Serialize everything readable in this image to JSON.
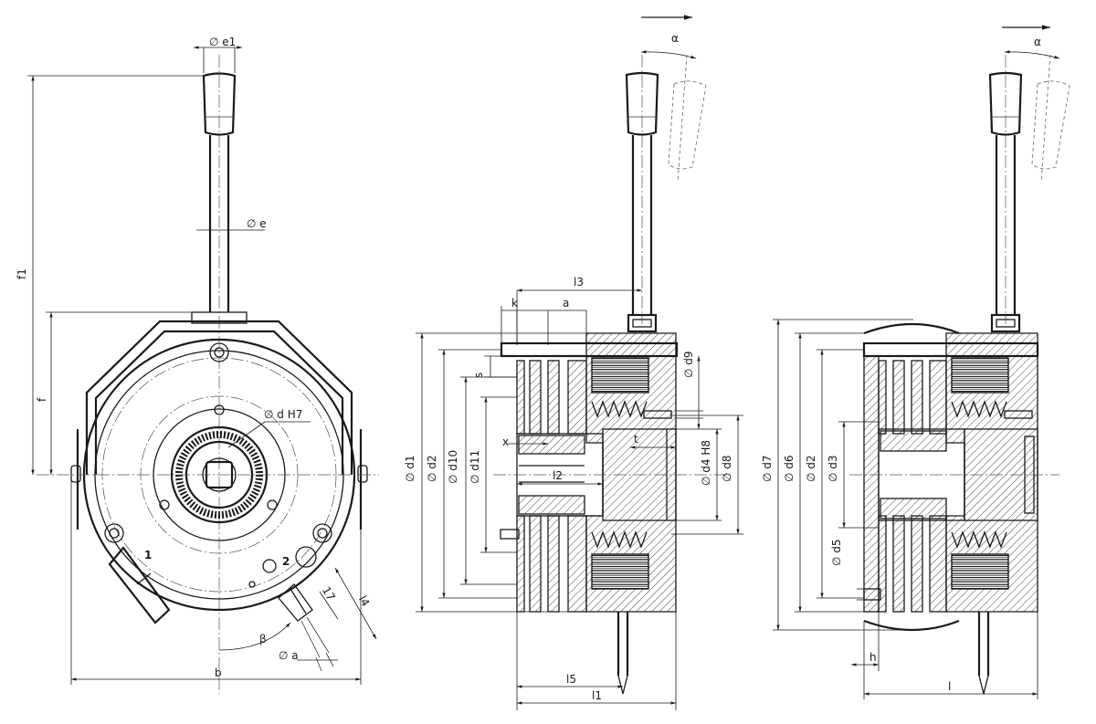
{
  "labels": {
    "e1": "∅ e1",
    "e": "∅ e",
    "f1": "f1",
    "f": "f",
    "dH7": "∅ d H7",
    "b": "b",
    "beta": "β",
    "phiA": "∅ a",
    "l4": "l4",
    "seventeen": "17",
    "one": "1",
    "two": "2",
    "alpha_mid": "α",
    "alpha_right": "α",
    "l3": "l3",
    "k": "k",
    "a": "a",
    "s": "s",
    "d9": "∅ d9",
    "x": "x",
    "t": "t",
    "l2": "l2",
    "d1": "∅ d1",
    "d2_mid": "∅ d2",
    "d10": "∅ d10",
    "d11": "∅ d11",
    "d4": "∅ d4  H8",
    "d8": "∅ d8",
    "l5": "l5",
    "l1": "l1",
    "d7": "∅ d7",
    "d6": "∅ d6",
    "d2_right": "∅ d2",
    "d3": "∅ d3",
    "d5": "∅ d5",
    "h": "h",
    "l": "l"
  }
}
